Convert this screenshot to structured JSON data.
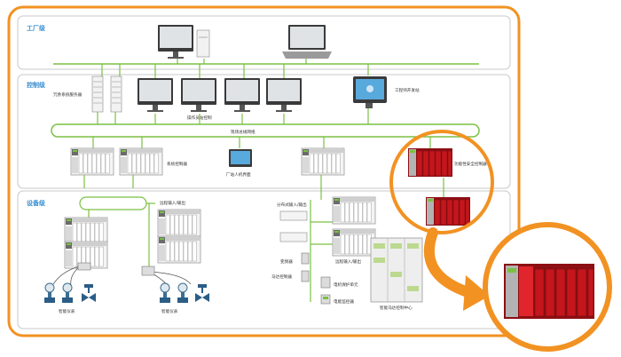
{
  "colors": {
    "accent": "#f29222",
    "network_green": "#7ac143",
    "level_label": "#3a8fd0",
    "panel_border": "#c8c8c8",
    "safety_red": "#c4161c",
    "io_gray": "#e6e6e6"
  },
  "levels": {
    "plant": "工厂级",
    "control": "控制级",
    "device": "设备级"
  },
  "labels": {
    "redundant_server": "冗余系统服务器",
    "operator_station": "操作员站控制",
    "engineering_station": "工程师开发站",
    "industrial_ethernet": "现场总线网络",
    "hmi": "厂站人机界面",
    "process_controller": "系统控制器",
    "safety_controller": "功能性安全控制器",
    "remote_io_1": "远程输入/输出",
    "remote_io_2": "分布式输入/输出",
    "remote_io_3": "远程输入/输出",
    "smart_instrument_1": "智能仪表",
    "smart_instrument_2": "智能仪表",
    "motor_controller": "马达控制器",
    "starter": "变频器",
    "motor_protection": "电机保护单元",
    "power_monitor": "电能监控器",
    "mcc": "智能马达控制中心"
  },
  "icons": [
    "desktop-computer-icon",
    "tower-server-icon",
    "laptop-icon",
    "monitor-icon",
    "touch-panel-icon",
    "io-rack-icon",
    "safety-plc-icon",
    "flowmeter-icon",
    "valve-icon",
    "mcc-cabinet-icon",
    "zoom-callout-arrow-icon"
  ]
}
